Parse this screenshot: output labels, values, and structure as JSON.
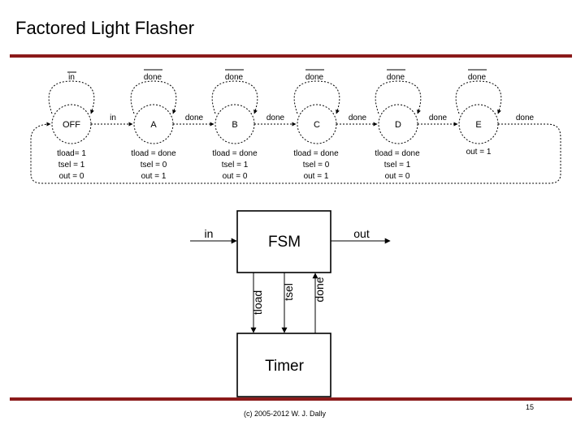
{
  "slide": {
    "title": "Factored Light Flasher",
    "footer": "(c) 2005-2012 W. J. Dally",
    "page_number": "15"
  },
  "state_diagram": {
    "states": [
      {
        "name": "OFF",
        "self_loop": "in",
        "outputs": [
          "tload= 1",
          "tsel = 1",
          "out = 0"
        ]
      },
      {
        "name": "A",
        "self_loop": "done",
        "outputs": [
          "tload = done",
          "tsel = 0",
          "out = 1"
        ]
      },
      {
        "name": "B",
        "self_loop": "done",
        "outputs": [
          "tload = done",
          "tsel = 1",
          "out = 0"
        ]
      },
      {
        "name": "C",
        "self_loop": "done",
        "outputs": [
          "tload = done",
          "tsel = 0",
          "out = 1"
        ]
      },
      {
        "name": "D",
        "self_loop": "done",
        "outputs": [
          "tload = done",
          "tsel = 1",
          "out = 0"
        ]
      },
      {
        "name": "E",
        "self_loop": "done",
        "outputs": [
          "out = 1"
        ]
      }
    ],
    "transitions": [
      "in",
      "done",
      "done",
      "done",
      "done",
      "done"
    ]
  },
  "block_diagram": {
    "fsm_label": "FSM",
    "timer_label": "Timer",
    "input_label": "in",
    "output_label": "out",
    "signals": [
      "tload",
      "tsel",
      "done"
    ]
  },
  "colors": {
    "rule": "#8b1a1a"
  }
}
